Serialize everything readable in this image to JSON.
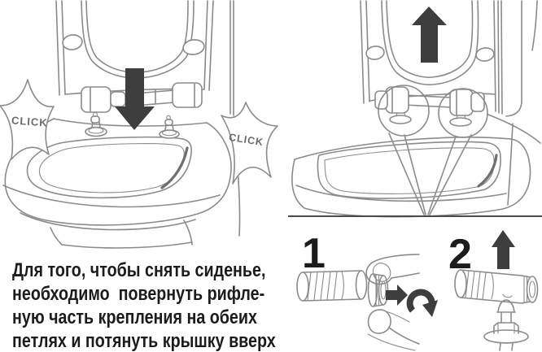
{
  "figure": {
    "description": "toilet seat removal instruction drawing",
    "left_panel": {
      "click_left": "CLICK",
      "click_right": "CLICK",
      "arrow_icon": "down-arrow"
    },
    "right_panel": {
      "arrow_icon": "up-arrow",
      "callouts": "two circles around seat hinges with lines converging to detail steps"
    }
  },
  "instruction": {
    "text": "Для того, чтобы снять сиденье,\nнеобходимо  повернуть рифле-\nную часть крепления на обеих\nпетлях и потянуть крышку вверх"
  },
  "steps": [
    {
      "number": "1",
      "icons": [
        "right-arrow",
        "rotate-clockwise-arrow"
      ]
    },
    {
      "number": "2",
      "icons": [
        "up-arrow"
      ]
    }
  ],
  "colors": {
    "background_color": "#ffffff",
    "line_color": "#8b8b8b",
    "accent_line_color": "#6f6f6f",
    "arrow_color": "#3e3e3e",
    "baseline_color": "#4a4a4a",
    "text_color": "#1c1c1c",
    "click_text_color": "#6a6a6a"
  }
}
